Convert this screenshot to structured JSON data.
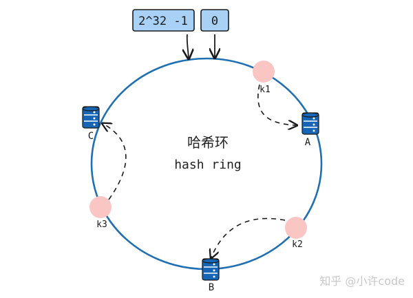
{
  "labels": {
    "max_value": "2^32 -1",
    "zero": "0",
    "ring_title_cn": "哈希环",
    "ring_title_en": "hash ring",
    "watermark": "知乎 @小许code"
  },
  "servers": [
    {
      "id": "A",
      "label": "A"
    },
    {
      "id": "B",
      "label": "B"
    },
    {
      "id": "C",
      "label": "C"
    }
  ],
  "keys": [
    {
      "id": "k1",
      "label": "k1",
      "maps_to": "A"
    },
    {
      "id": "k2",
      "label": "k2",
      "maps_to": "B"
    },
    {
      "id": "k3",
      "label": "k3",
      "maps_to": "C"
    }
  ],
  "colors": {
    "ring": "#1f6fb3",
    "box_fill": "#a9d1f5",
    "box_stroke": "#1a1a1a",
    "server_fill": "#1766b5",
    "key_fill": "#f9c6c4",
    "arrow": "#1a1a1a",
    "watermark": "#c8c8c8"
  }
}
